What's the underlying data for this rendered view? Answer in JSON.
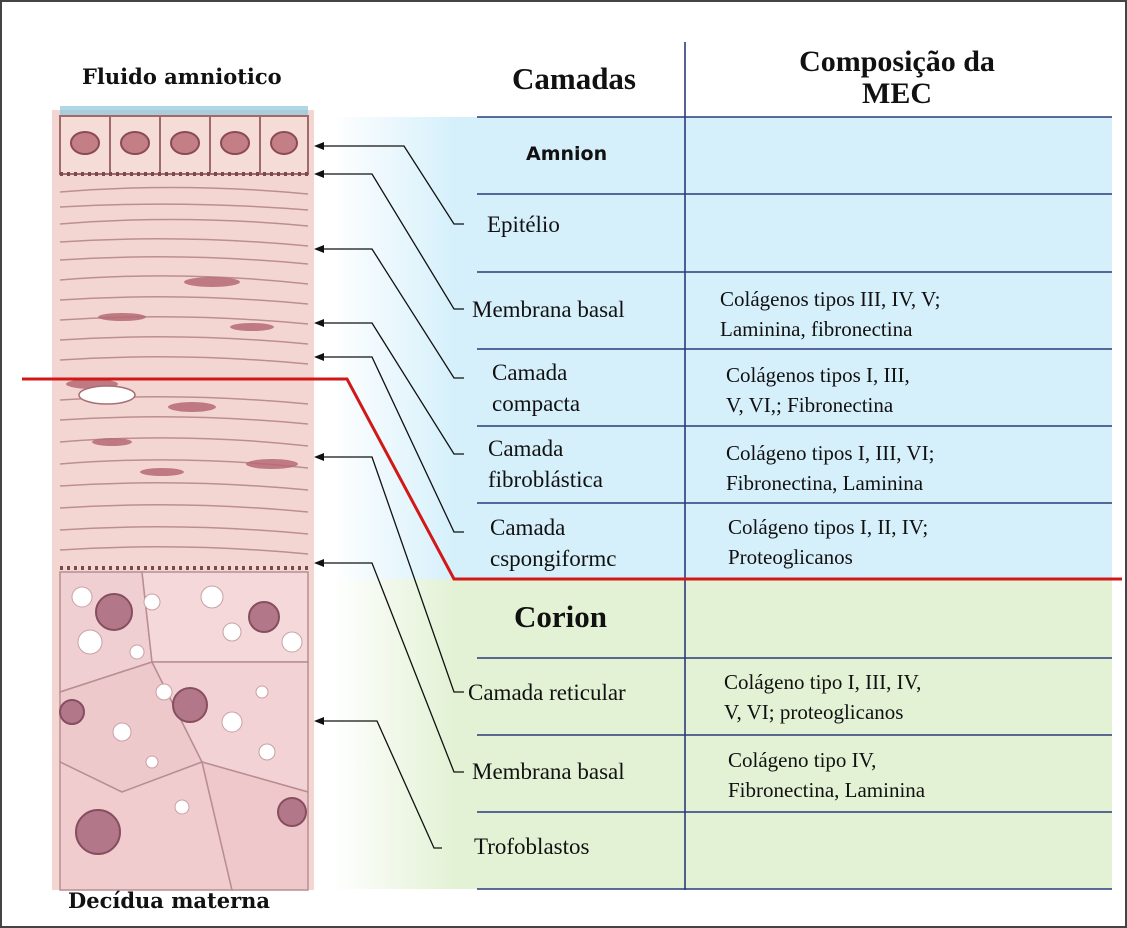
{
  "labels": {
    "top": "Fluido amniotico",
    "bottom": "Decídua materna"
  },
  "table": {
    "col_layers": "Camadas",
    "col_mec_line1": "Composição da",
    "col_mec_line2": "MEC",
    "amnion": "Amnion",
    "corion": "Corion",
    "rows": [
      {
        "layer": [
          "Epitélio"
        ],
        "comp": []
      },
      {
        "layer": [
          "Membrana basal"
        ],
        "comp": [
          "Colágenos tipos III, IV, V;",
          "Laminina, fibronectina"
        ]
      },
      {
        "layer": [
          "Camada",
          "compacta"
        ],
        "comp": [
          "Colágenos tipos I, III,",
          "V, VI,; Fibronectina"
        ]
      },
      {
        "layer": [
          "Camada",
          "fibroblástica"
        ],
        "comp": [
          "Colágeno tipos I, III, VI;",
          "Fibronectina, Laminina"
        ]
      },
      {
        "layer": [
          "Camada",
          "cspongiformc"
        ],
        "comp": [
          "Colágeno tipos I, II, IV;",
          "Proteoglicanos"
        ]
      },
      {
        "layer": [
          "Camada reticular"
        ],
        "comp": [
          "Colágeno tipo I, III, IV,",
          "V, VI; proteoglicanos"
        ]
      },
      {
        "layer": [
          "Membrana basal"
        ],
        "comp": [
          "Colágeno tipo IV,",
          "Fibronectina, Laminina"
        ]
      },
      {
        "layer": [
          "Trofoblastos"
        ],
        "comp": []
      }
    ]
  },
  "colors": {
    "amnion_bg": "#d6f0fb",
    "corion_bg": "#e3f2d5",
    "grid_line": "#2a3a7a",
    "divider": "#d01818",
    "tissue": "#f3d6d2"
  }
}
